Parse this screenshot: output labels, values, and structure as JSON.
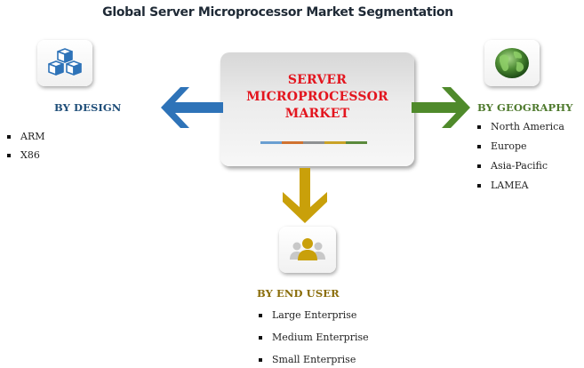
{
  "title": "Global Server Microprocessor Market Segmentation",
  "center": {
    "lines": [
      "SERVER",
      "MICROPROCESSOR",
      "MARKET"
    ],
    "text_color": "#e3151e",
    "color_bar": [
      "#6a9fd1",
      "#d07230",
      "#8f9193",
      "#c9a227",
      "#5b8a3c"
    ]
  },
  "segments": {
    "design": {
      "label": "BY DESIGN",
      "icon": "cubes-icon",
      "color": "#2e73b8",
      "label_color": "#1f4e79",
      "items": [
        "ARM",
        "X86"
      ]
    },
    "geography": {
      "label": "BY GEOGRAPHY",
      "icon": "globe-icon",
      "color": "#4f8a2b",
      "label_color": "#4f7a2e",
      "items": [
        "North America",
        "Europe",
        "Asia-Pacific",
        "LAMEA"
      ]
    },
    "end_user": {
      "label": "BY END USER",
      "icon": "users-icon",
      "color": "#c9a00a",
      "label_color": "#8a6d0a",
      "items": [
        "Large Enterprise",
        "Medium Enterprise",
        "Small Enterprise"
      ]
    }
  }
}
